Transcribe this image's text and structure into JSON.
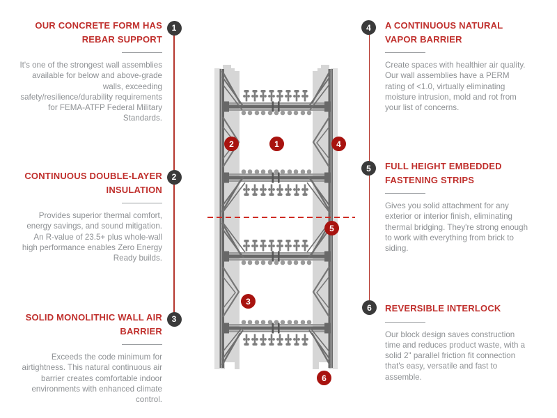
{
  "colors": {
    "heading_red": "#c0302d",
    "diagram_badge_red": "#a8130f",
    "column_badge_dark": "#3a3a3a",
    "connector_line_red": "#b5372e",
    "joint_dashed_red": "#cf2c24",
    "foam_gray": "#d6d6d6",
    "web_gray": "#6a6a6a",
    "body_text_gray": "#8e9194"
  },
  "features": [
    {
      "number": "1",
      "title": "OUR CONCRETE FORM HAS REBAR SUPPORT",
      "body": "It's one of the strongest wall assemblies available for below and above-grade walls, exceeding safety/resilience/durability requirements for FEMA-ATFP Federal Military Standards."
    },
    {
      "number": "2",
      "title": "CONTINUOUS DOUBLE-LAYER INSULATION",
      "body": "Provides superior thermal comfort, energy savings, and sound mitigation. An R-value of 23.5+ plus whole-wall high performance enables Zero Energy Ready builds."
    },
    {
      "number": "3",
      "title": "SOLID MONOLITHIC WALL AIR BARRIER",
      "body": "Exceeds the code minimum for airtightness. This natural continuous air barrier creates comfortable indoor environments with enhanced climate control."
    },
    {
      "number": "4",
      "title": "A CONTINUOUS NATURAL VAPOR BARRIER",
      "body": "Create spaces with healthier air quality. Our wall assemblies have a PERM rating of <1.0, virtually eliminating moisture intrusion, mold and rot from your list of concerns."
    },
    {
      "number": "5",
      "title": "FULL HEIGHT EMBEDDED FASTENING STRIPS",
      "body": "Gives you solid attachment for any exterior or interior finish, eliminating thermal bridging. They're strong enough to work with everything from brick to siding."
    },
    {
      "number": "6",
      "title": "REVERSIBLE INTERLOCK",
      "body": "Our block design saves construction time and reduces product waste, with a solid 2\" parallel friction fit connection that's easy, versatile and fast to assemble."
    }
  ]
}
